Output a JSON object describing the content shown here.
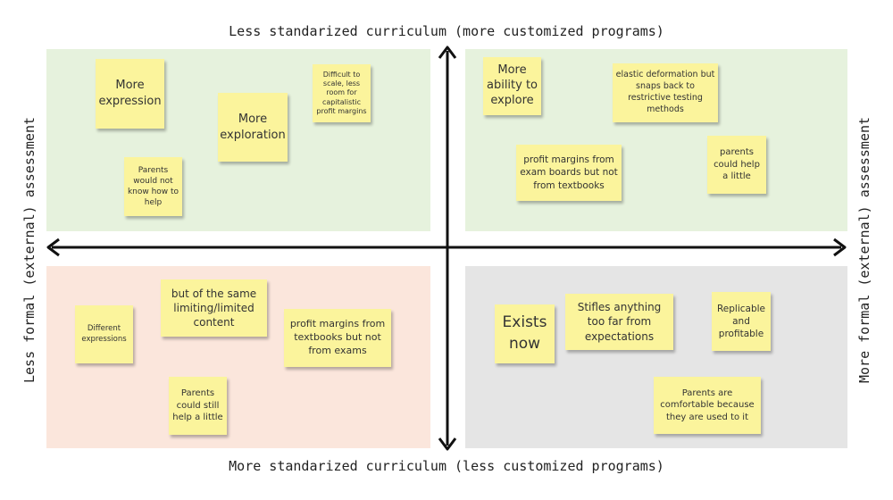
{
  "axes": {
    "top": "Less standarized curriculum (more customized programs)",
    "bottom": "More standarized curriculum (less customized programs)",
    "left": "Less formal (external) assessment",
    "right": "More formal (external) assessment"
  },
  "quadrant_colors": {
    "top_left": "#e6f2dd",
    "top_right": "#e6f2dd",
    "bottom_left": "#fbe6dc",
    "bottom_right": "#e5e5e5"
  },
  "notes": {
    "tl_more_expression": "More expression",
    "tl_more_exploration": "More exploration",
    "tl_difficult_to_scale": "Difficult to scale, less room for capitalistic profit margins",
    "tl_parents_no_help": "Parents would not know how to help",
    "tr_more_ability": "More ability to explore",
    "tr_elastic": "elastic deformation but snaps back to restrictive testing methods",
    "tr_profit_exam_boards": "profit margins from exam boards but not from textbooks",
    "tr_parents_help_little": "parents could help a little",
    "bl_different_expressions": "Different expressions",
    "bl_same_content": "but of the same limiting/limited content",
    "bl_profit_textbooks": "profit margins from textbooks but not from exams",
    "bl_parents_still_help": "Parents could still help a little",
    "br_exists_now": "Exists now",
    "br_stifles": "Stifles anything too far from expectations",
    "br_replicable": "Replicable and profitable",
    "br_parents_comfortable": "Parents are comfortable because they are used to it"
  }
}
